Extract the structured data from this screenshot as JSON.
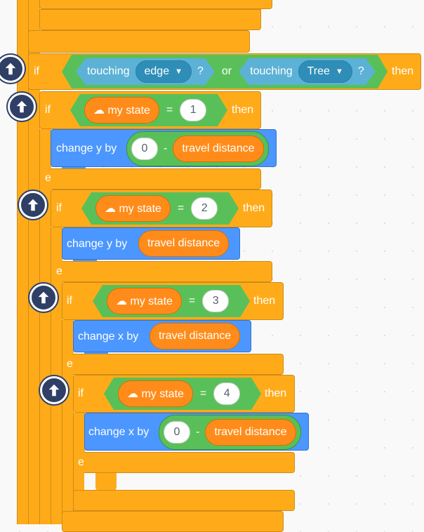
{
  "keywords": {
    "if": "if",
    "then": "then",
    "else": "else",
    "or": "or"
  },
  "cond0": {
    "sensor1": "touching",
    "target1": "edge",
    "q1": "?",
    "sensor2": "touching",
    "target2": "Tree",
    "q2": "?"
  },
  "cond1": {
    "var": "☁ my state",
    "op": "=",
    "value": "1"
  },
  "action1": {
    "label": "change y by",
    "left": "0",
    "op": "-",
    "reporter": "travel distance"
  },
  "cond2": {
    "var": "☁ my state",
    "op": "=",
    "value": "2"
  },
  "action2": {
    "label": "change y by",
    "reporter": "travel distance"
  },
  "cond3": {
    "var": "☁ my state",
    "op": "=",
    "value": "3"
  },
  "action3": {
    "label": "change x by",
    "reporter": "travel distance"
  },
  "cond4": {
    "var": "☁ my state",
    "op": "=",
    "value": "4"
  },
  "action4": {
    "label": "change x by",
    "left": "0",
    "op": "-",
    "reporter": "travel distance"
  },
  "icons": {
    "collapse": "up-arrow-icon",
    "dropdown": "caret-down-icon"
  },
  "colors": {
    "control": "#ffab19",
    "motion": "#4c97ff",
    "operator": "#59c059",
    "sensing": "#5cb1d6",
    "variable": "#ff8c1a",
    "collapse_button": "#2f3f66"
  }
}
